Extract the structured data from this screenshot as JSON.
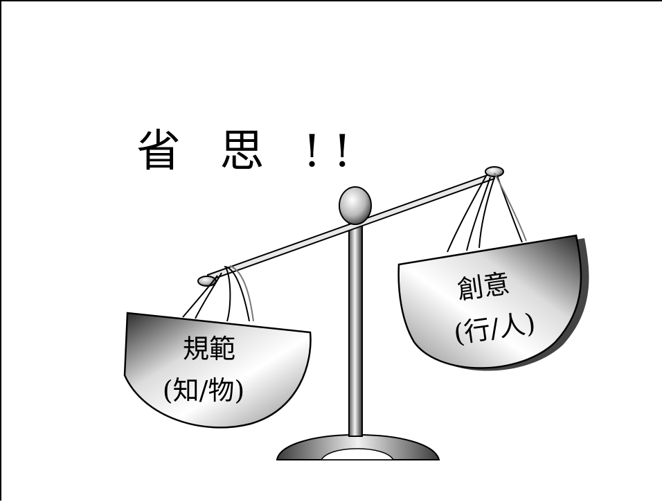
{
  "title": "省 思 !!",
  "left_pan": {
    "line1": "規範",
    "line2": "(知/物)"
  },
  "right_pan": {
    "line1": "創意",
    "line2": "(行/人)"
  },
  "colors": {
    "ink": "#000000",
    "metal_light": "#f2f2f2",
    "metal_dark": "#3a3a3a",
    "background": "#ffffff"
  }
}
